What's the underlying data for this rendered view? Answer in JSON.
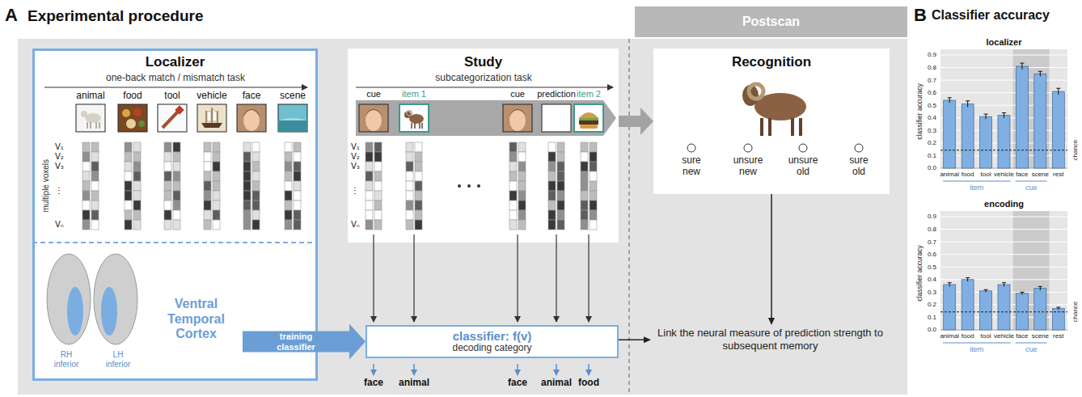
{
  "diagram": {
    "nodes": [
      {
        "text": [
          "Localizer"
        ]
      },
      {
        "text": [
          "Ventral Temporal Cortex"
        ],
        "in": 0
      },
      {
        "text": [
          "Study"
        ]
      },
      {
        "text": [
          "classifier: f(v)",
          "decoding category"
        ]
      },
      {
        "text": [
          "Postscan"
        ]
      },
      {
        "text": [
          "Recognition"
        ]
      },
      {
        "text": [
          "Link the neural measure of prediction strength to subsequent memory"
        ]
      }
    ],
    "edges": [
      {
        "from": 1,
        "to": 3,
        "label": "training classifier",
        "arrow": "to"
      },
      {
        "from": 2,
        "to": 5,
        "arrow": "to"
      },
      {
        "from": 3,
        "to": 6,
        "arrow": "to"
      },
      {
        "from": 5,
        "to": 6,
        "arrow": "to"
      }
    ],
    "labels": [
      "A",
      "Experimental procedure",
      "one-back match / mismatch task",
      "animal",
      "food",
      "tool",
      "vehicle",
      "face",
      "scene",
      "multiple voxels",
      "V₁",
      "V₂",
      "V₃",
      "⋮",
      "Vₙ",
      "RH inferior",
      "LH inferior",
      "subcategorization task",
      "cue",
      "item 1",
      "cue",
      "prediction",
      "item 2",
      "V₁",
      "V₂",
      "V₃",
      "⋮",
      "Vₙ",
      "face",
      "animal",
      "face",
      "animal",
      "food",
      "sure new",
      "unsure new",
      "unsure old",
      "sure old",
      "B",
      "Classifier accuracy",
      "localizer",
      "classifier accuracy",
      "0.9",
      "0.8",
      "0.7",
      "0.6",
      "0.5",
      "0.4",
      "0.3",
      "0.2",
      "0.1",
      "0.0",
      "animal",
      "food",
      "tool",
      "vehicle",
      "face",
      "scene",
      "rest",
      "item",
      "cue",
      "chance",
      "encoding",
      "classifier accuracy",
      "0.9",
      "0.8",
      "0.7",
      "0.6",
      "0.5",
      "0.4",
      "0.3",
      "0.2",
      "0.1",
      "0.0",
      "animal",
      "food",
      "tool",
      "vehicle",
      "face",
      "scene",
      "rest",
      "item",
      "cue",
      "chance"
    ]
  }
}
